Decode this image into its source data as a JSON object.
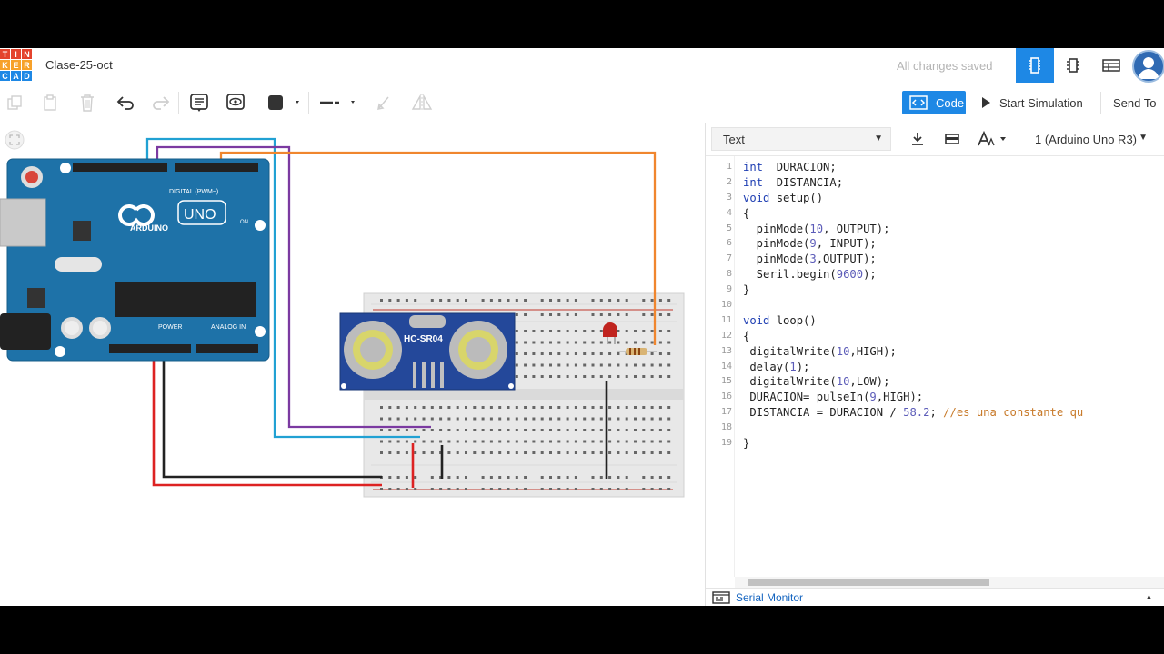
{
  "header": {
    "logo_letters": [
      "T",
      "I",
      "N",
      "K",
      "E",
      "R",
      "C",
      "A",
      "D"
    ],
    "logo_colors": [
      "#e4432d",
      "#e4432d",
      "#e4432d",
      "#f7a12a",
      "#f7a12a",
      "#f7a12a",
      "#1e88e5",
      "#1e88e5",
      "#1e88e5"
    ],
    "title": "Clase-25-oct",
    "save_status": "All changes saved",
    "view_buttons": [
      "circuit-view-icon",
      "component-list-icon",
      "spreadsheet-icon"
    ],
    "accent": "#1e88e5"
  },
  "toolbar": {
    "tools": [
      "copy-icon",
      "paste-icon",
      "delete-icon",
      "undo-icon",
      "redo-icon",
      "note-icon",
      "visibility-icon",
      "fill-color-icon",
      "line-style-icon",
      "rotate-icon",
      "mirror-icon"
    ],
    "code_label": "Code",
    "start_label": "Start Simulation",
    "send_label": "Send To"
  },
  "canvas": {
    "arduino_brand": "ARDUINO",
    "arduino_model": "UNO",
    "digital_label": "DIGITAL (PWM~)",
    "power_label": "POWER",
    "analog_label": "ANALOG IN",
    "on_label": "ON",
    "sensor_label": "HC-SR04"
  },
  "code_panel": {
    "mode": "Text",
    "board": "1 (Arduino Uno R3)",
    "serial_monitor": "Serial Monitor",
    "lines": [
      {
        "n": "1",
        "segs": [
          [
            "kw",
            "int"
          ],
          [
            "",
            "  DURACION;"
          ]
        ]
      },
      {
        "n": "2",
        "segs": [
          [
            "kw",
            "int"
          ],
          [
            "",
            "  DISTANCIA;"
          ]
        ]
      },
      {
        "n": "3",
        "segs": [
          [
            "kw",
            "void"
          ],
          [
            "",
            " setup()"
          ]
        ]
      },
      {
        "n": "4",
        "segs": [
          [
            "",
            "{"
          ]
        ]
      },
      {
        "n": "5",
        "segs": [
          [
            "",
            "  pinMode("
          ],
          [
            "num",
            "10"
          ],
          [
            "",
            ", OUTPUT);"
          ]
        ]
      },
      {
        "n": "6",
        "segs": [
          [
            "",
            "  pinMode("
          ],
          [
            "num",
            "9"
          ],
          [
            "",
            ", INPUT);"
          ]
        ]
      },
      {
        "n": "7",
        "segs": [
          [
            "",
            "  pinMode("
          ],
          [
            "num",
            "3"
          ],
          [
            "",
            ",OUTPUT);"
          ]
        ]
      },
      {
        "n": "8",
        "segs": [
          [
            "",
            "  Seril.begin("
          ],
          [
            "num",
            "9600"
          ],
          [
            "",
            ");"
          ]
        ]
      },
      {
        "n": "9",
        "segs": [
          [
            "",
            "}"
          ]
        ]
      },
      {
        "n": "10",
        "segs": [
          [
            "",
            ""
          ]
        ]
      },
      {
        "n": "11",
        "segs": [
          [
            "kw",
            "void"
          ],
          [
            "",
            " loop()"
          ]
        ]
      },
      {
        "n": "12",
        "segs": [
          [
            "",
            "{"
          ]
        ]
      },
      {
        "n": "13",
        "segs": [
          [
            "",
            " digitalWrite("
          ],
          [
            "num",
            "10"
          ],
          [
            "",
            ",HIGH);"
          ]
        ]
      },
      {
        "n": "14",
        "segs": [
          [
            "",
            " delay("
          ],
          [
            "num",
            "1"
          ],
          [
            "",
            ");"
          ]
        ]
      },
      {
        "n": "15",
        "segs": [
          [
            "",
            " digitalWrite("
          ],
          [
            "num",
            "10"
          ],
          [
            "",
            ",LOW);"
          ]
        ]
      },
      {
        "n": "16",
        "segs": [
          [
            "",
            " DURACION= pulseIn("
          ],
          [
            "num",
            "9"
          ],
          [
            "",
            ",HIGH);"
          ]
        ]
      },
      {
        "n": "17",
        "segs": [
          [
            "",
            " DISTANCIA = DURACION / "
          ],
          [
            "num",
            "58.2"
          ],
          [
            "",
            "; "
          ],
          [
            "cm",
            "//es una constante qu"
          ]
        ]
      },
      {
        "n": "18",
        "segs": [
          [
            "",
            ""
          ]
        ]
      },
      {
        "n": "19",
        "segs": [
          [
            "",
            "}"
          ]
        ]
      }
    ]
  }
}
